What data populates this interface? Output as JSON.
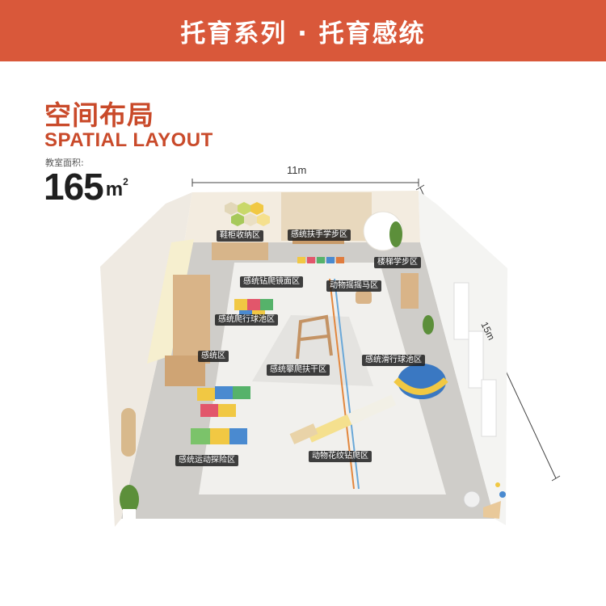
{
  "banner": {
    "title": "托育系列 · 托育感统"
  },
  "heading": {
    "cn": "空间布局",
    "en": "SPATIAL LAYOUT"
  },
  "area": {
    "label": "教室面积:",
    "value": "165",
    "unit": "m",
    "unit_sup": "2"
  },
  "dimensions": {
    "width": "11m",
    "length": "15m"
  },
  "zones": {
    "shoe_cabinet": "鞋柜收纳区",
    "handrail_walk": "感统扶手学步区",
    "stair_walk": "楼梯学步区",
    "crawl_mirror": "感统钻爬镜面区",
    "animal_rocker": "动物摇摇马区",
    "crawl_ball_pool": "感统爬行球池区",
    "sensory": "感统区",
    "climb_bar": "感统攀爬扶干区",
    "slide_ball_pool": "感统滑行球池区",
    "sports_explore": "感统运动探险区",
    "animal_pattern_crawl": "动物花纹钻爬区"
  },
  "colors": {
    "accent": "#d9583a",
    "heading": "#c94a2a",
    "floor": "#cfcdc9",
    "mat": "#f1f0ed"
  }
}
